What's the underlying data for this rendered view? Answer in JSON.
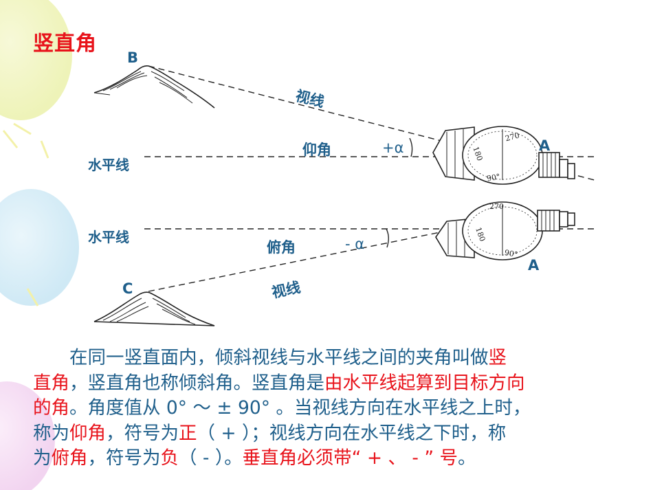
{
  "title": "竖直角",
  "diagram": {
    "point_b": "B",
    "point_c": "C",
    "point_a_top": "A",
    "point_a_bottom": "A",
    "sight_line_top": "视线",
    "sight_line_bottom": "视线",
    "horizontal_top": "水平线",
    "horizontal_bottom": "水平线",
    "elevation_label": "仰角",
    "depression_label": "俯角",
    "plus_alpha": "+α",
    "minus_alpha": "- α",
    "dial_270_top": "270",
    "dial_90_top": "90°",
    "dial_180_top": "180",
    "dial_270_bottom": "270",
    "dial_90_bottom": "90°",
    "dial_180_bottom": "180"
  },
  "paragraph": {
    "l1a": "　　在同一竖直面内，倾斜视线与水平线之间的夹角叫做",
    "l1b": "竖",
    "l2a": "直角",
    "l2b": "，竖直角也称倾斜角。竖直角是",
    "l2c": "由水平线起算到目标方向",
    "l3a": "的角",
    "l3b": "。角度值从 0° ～ ± 90° 。当视线方向在水平线之上时，",
    "l4a": "称为",
    "l4b": "仰角",
    "l4c": "，符号为",
    "l4d": "正",
    "l4e": "（ + ）；视线方向在水平线之下时，称",
    "l5a": "为",
    "l5b": "俯角",
    "l5c": "，符号为",
    "l5d": "负",
    "l5e": "（ - ）。",
    "l5f": "垂直角必须带“ + 、 - ” 号",
    "l5g": "。"
  }
}
